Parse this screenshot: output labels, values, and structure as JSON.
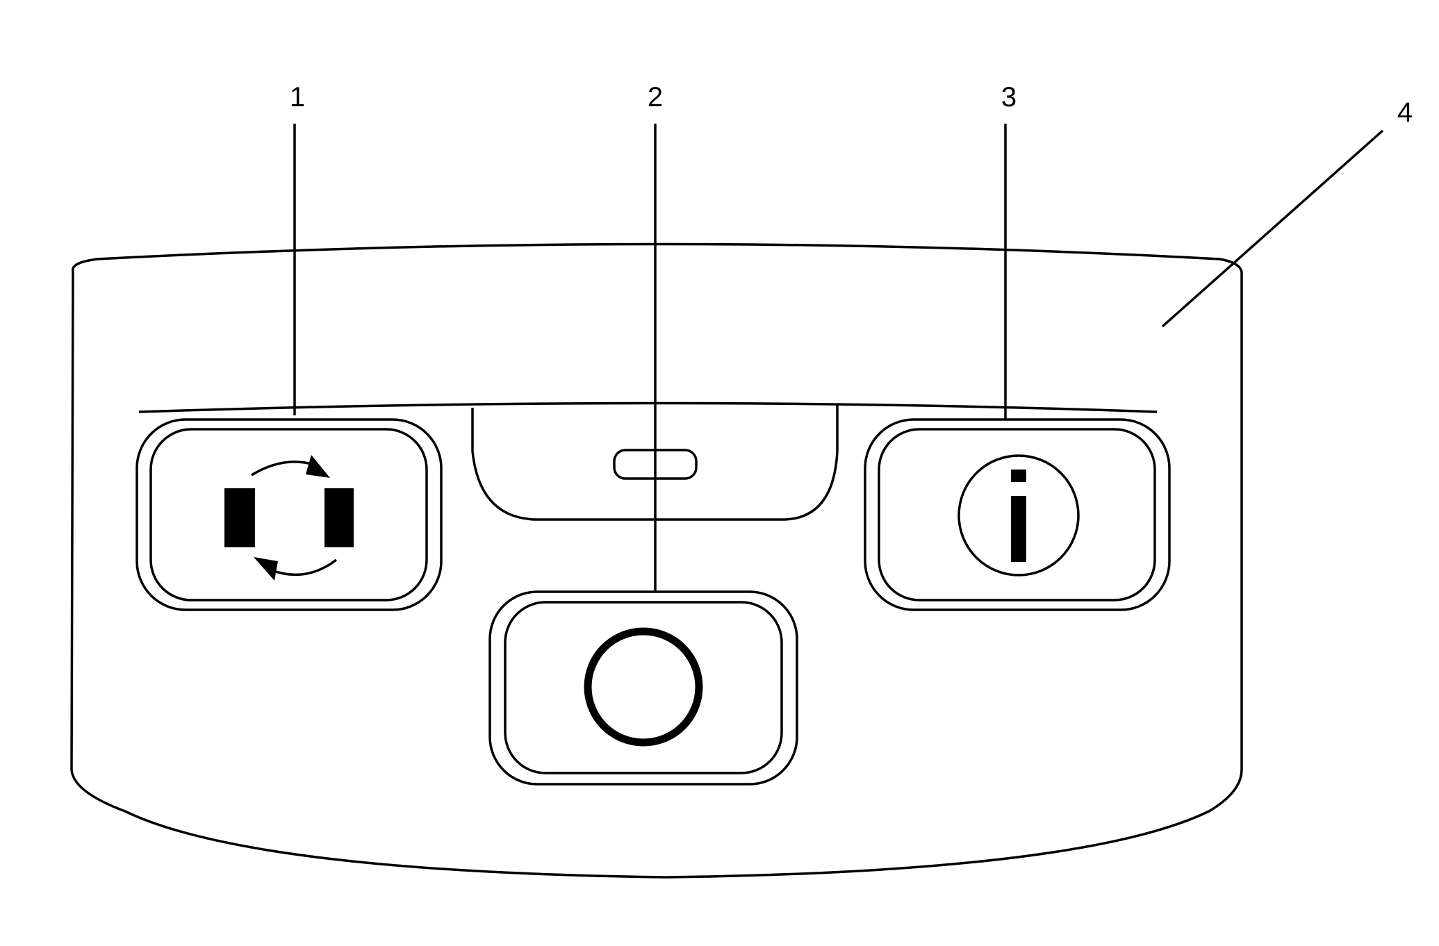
{
  "callouts": [
    {
      "number": "1"
    },
    {
      "number": "2"
    },
    {
      "number": "3"
    },
    {
      "number": "4"
    }
  ],
  "panel": {
    "buttons": [
      {
        "icon": "swap-arrows-icon"
      },
      {
        "icon": "circle-icon"
      },
      {
        "icon": "info-icon"
      }
    ]
  },
  "colors": {
    "line": "#000000",
    "background": "#ffffff"
  }
}
